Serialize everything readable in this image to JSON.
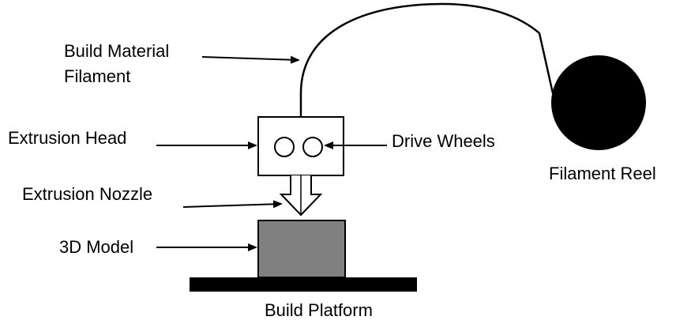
{
  "diagram": {
    "labels": {
      "build_material_filament_line1": "Build Material",
      "build_material_filament_line2": "Filament",
      "extrusion_head": "Extrusion Head",
      "drive_wheels": "Drive Wheels",
      "extrusion_nozzle": "Extrusion Nozzle",
      "3d_model": "3D Model",
      "build_platform": "Build Platform",
      "filament_reel": "Filament Reel"
    },
    "colors": {
      "stroke": "#000000",
      "model_fill": "#808080",
      "platform_fill": "#000000",
      "reel_fill": "#000000",
      "background": "#ffffff"
    }
  }
}
